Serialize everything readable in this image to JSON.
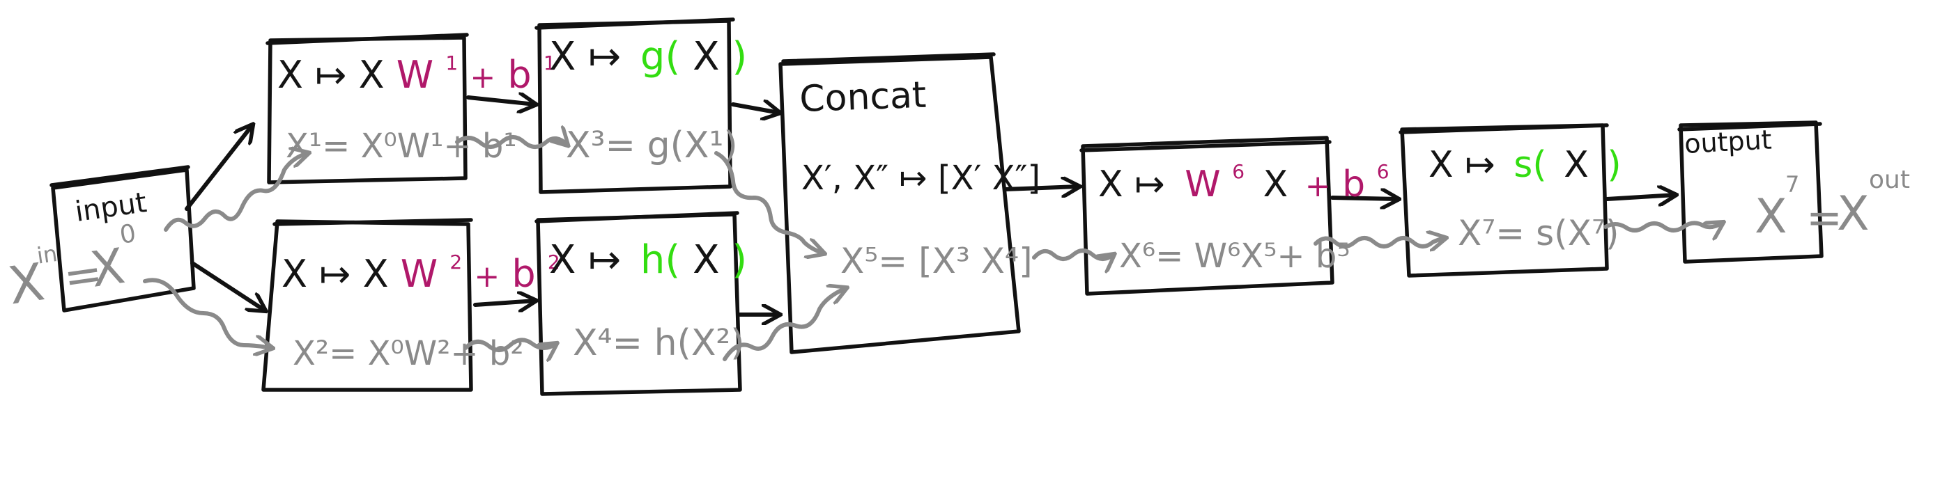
{
  "colors": {
    "ink": "#141414",
    "flow": "#8a8a8a",
    "affine_params": "#b0186a",
    "activation": "#33dd11"
  },
  "input": {
    "label": "input",
    "lhs": "X",
    "lhs_sup": "in",
    "eq": "=",
    "rhs": "X",
    "rhs_sup": "0"
  },
  "affine1": {
    "map": "X ↦ X",
    "param_w": "W",
    "param_w_sup": "1",
    "param_plus": "+",
    "param_b": "b",
    "param_b_sup": "1",
    "flow": "X¹= X⁰W¹+ b¹"
  },
  "affine2": {
    "map": "X ↦ X",
    "param_w": "W",
    "param_w_sup": "2",
    "param_plus": "+",
    "param_b": "b",
    "param_b_sup": "2",
    "flow": "X²= X⁰W²+ b²"
  },
  "act_g": {
    "map": "X ↦",
    "func": "g(",
    "arg": "X",
    "close": ")",
    "flow": "X³= g(X¹)"
  },
  "act_h": {
    "map": "X ↦",
    "func": "h(",
    "arg": "X",
    "close": ")",
    "flow": "X⁴= h(X²)"
  },
  "concat": {
    "title": "Concat",
    "map": "X′, X″ ↦ [X′ X″]",
    "flow": "X⁵= [X³ X⁴]"
  },
  "affine6": {
    "map": "X ↦",
    "param_w": "W",
    "param_w_sup": "6",
    "mid": "X",
    "param_plus": "+",
    "param_b": "b",
    "param_b_sup": "6",
    "flow": "X⁶= W⁶X⁵+ b⁵"
  },
  "act_s": {
    "map": "X ↦",
    "func": "s(",
    "arg": "X",
    "close": ")",
    "flow": "X⁷= s(X⁷)"
  },
  "output": {
    "label": "output",
    "lhs": "X",
    "lhs_sup": "7",
    "eq": "=",
    "rhs": "X",
    "rhs_sup": "out"
  }
}
